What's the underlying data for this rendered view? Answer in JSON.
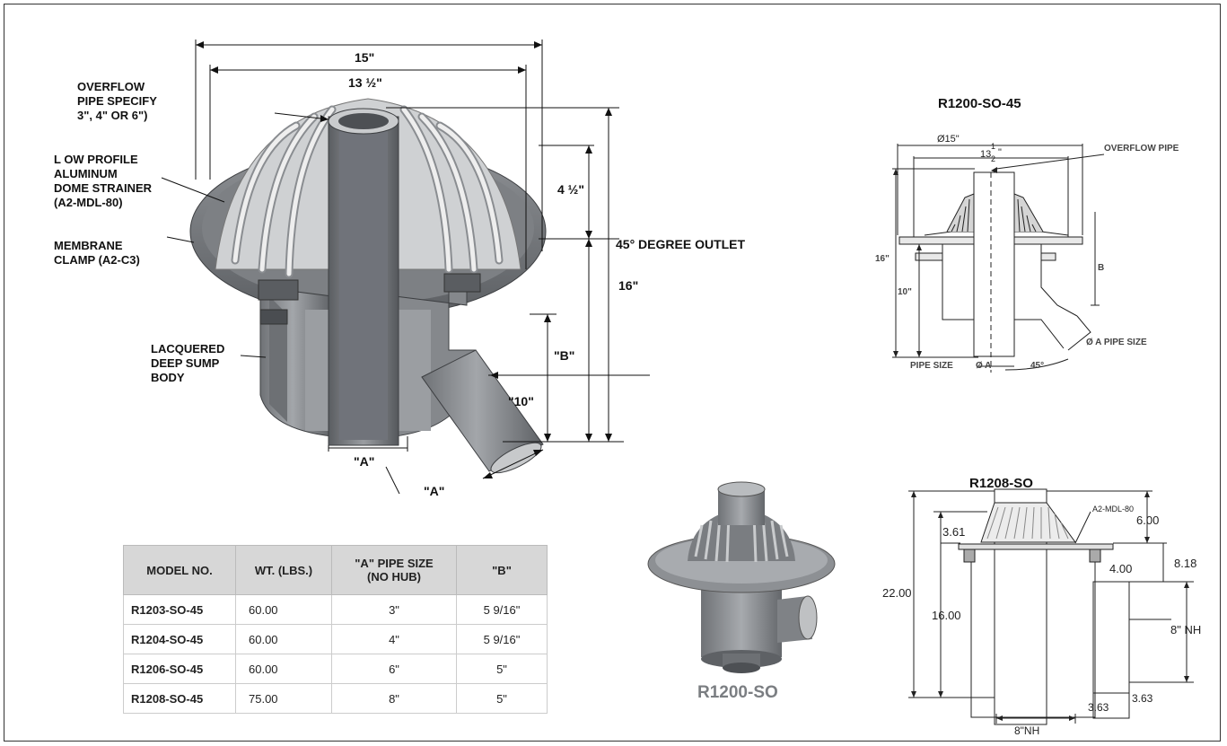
{
  "main_diagram": {
    "callouts": {
      "overflow_pipe": "OVERFLOW\nPIPE SPECIFY\n3\", 4\" OR 6\")",
      "dome_strainer": "L OW PROFILE\nALUMINUM\nDOME STRAINER\n(A2-MDL-80)",
      "membrane_clamp": "MEMBRANE\nCLAMP (A2-C3)",
      "sump_body": "LACQUERED\nDEEP SUMP\nBODY"
    },
    "dimensions": {
      "width_15": "15\"",
      "width_13": "13 ½\"",
      "height_4": "4 ½\"",
      "outlet": "45° DEGREE OUTLET",
      "height_16": "16\"",
      "b": "\"B\"",
      "ten": "\"10\"",
      "a_bottom": "\"A\"",
      "a_outlet": "\"A\""
    }
  },
  "top_right_drawing": {
    "title": "R1200-SO-45",
    "labels": {
      "dia15": "Ø15\"",
      "w13": "13",
      "w13_num": "1",
      "w13_den": "2",
      "w13_tail": "\"",
      "overflow": "OVERFLOW PIPE",
      "h16": "16\"",
      "h10": "10\"",
      "b": "B",
      "pipe_size_left": "PIPE SIZE",
      "dia_a": "Ø A",
      "angle": "45°",
      "a_pipe_size": "Ø A  PIPE SIZE"
    }
  },
  "bottom_right_drawing": {
    "title": "R1208-SO",
    "labels": {
      "strainer": "A2-MDL-80",
      "d600": "6.00",
      "d361": "3.61",
      "d400": "4.00",
      "d818": "8.18",
      "d2200": "22.00",
      "d1600": "16.00",
      "nh_side": "8\" NH",
      "d363a": "3.63",
      "d363b": "3.63",
      "nh_bottom": "8\"NH"
    }
  },
  "product_photo": {
    "caption": "R1200-SO"
  },
  "spec_table": {
    "headers": [
      "MODEL NO.",
      "WT. (LBS.)",
      "\"A\" PIPE SIZE\n(NO HUB)",
      "\"B\""
    ],
    "rows": [
      [
        "R1203-SO-45",
        "60.00",
        "3\"",
        "5 9/16\""
      ],
      [
        "R1204-SO-45",
        "60.00",
        "4\"",
        "5 9/16\""
      ],
      [
        "R1206-SO-45",
        "60.00",
        "6\"",
        "5\""
      ],
      [
        "R1208-SO-45",
        "75.00",
        "8\"",
        "5\""
      ]
    ]
  },
  "colors": {
    "body_gray": "#8a8d91",
    "dark_gray": "#55585c",
    "light_gray": "#b9bcbf",
    "strainer_light": "#dcdcdc",
    "table_header": "#d7d7d7"
  }
}
